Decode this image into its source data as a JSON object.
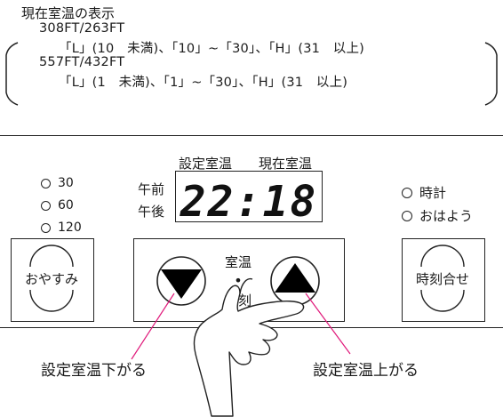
{
  "header": {
    "title": "現在室温の表示",
    "model_a": "308FT/263FT",
    "range_a": "「L」(10　未満)、「10」~「30」、「H」(31　以上)",
    "model_b": "557FT/432FT",
    "range_b": "「L」(1　未満)、「1」~「30」、「H」(31　以上)"
  },
  "panel": {
    "label_set_temp": "設定室温",
    "label_current_temp": "現在室温",
    "label_am": "午前",
    "label_pm": "午後",
    "display_time": "22:18",
    "sleep_timer_options": [
      "30",
      "60",
      "120"
    ],
    "sleep_button": "おやすみ",
    "center_label_top": "室温",
    "center_label_dot": "•",
    "center_label_bottom": "時刻",
    "clock_option": "時計",
    "wakeup_option": "おはよう",
    "time_set_button": "時刻合せ"
  },
  "callouts": {
    "down": "設定室温下がる",
    "up": "設定室温上がる"
  },
  "colors": {
    "callout_line": "#e0187a",
    "ink": "#1a1a1a"
  }
}
